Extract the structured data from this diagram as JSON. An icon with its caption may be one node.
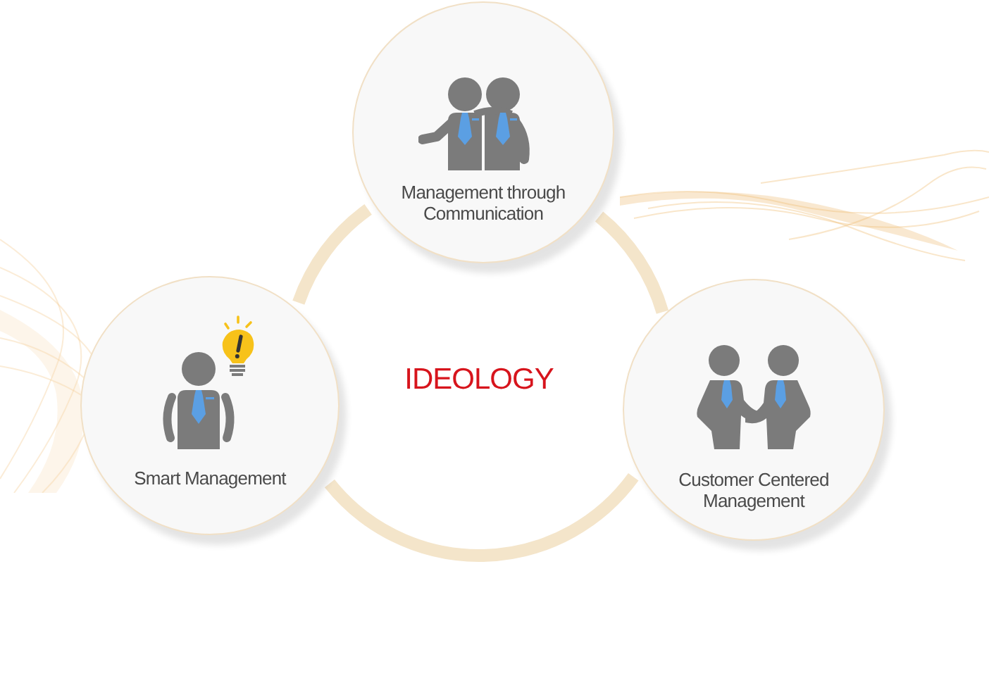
{
  "diagram": {
    "nodes": [
      {
        "text": [
          "IDEOLOGY"
        ]
      },
      {
        "text": [
          "Management through Communication"
        ]
      },
      {
        "text": [
          "Smart Management"
        ]
      },
      {
        "text": [
          "Customer Centered Management"
        ]
      }
    ]
  }
}
